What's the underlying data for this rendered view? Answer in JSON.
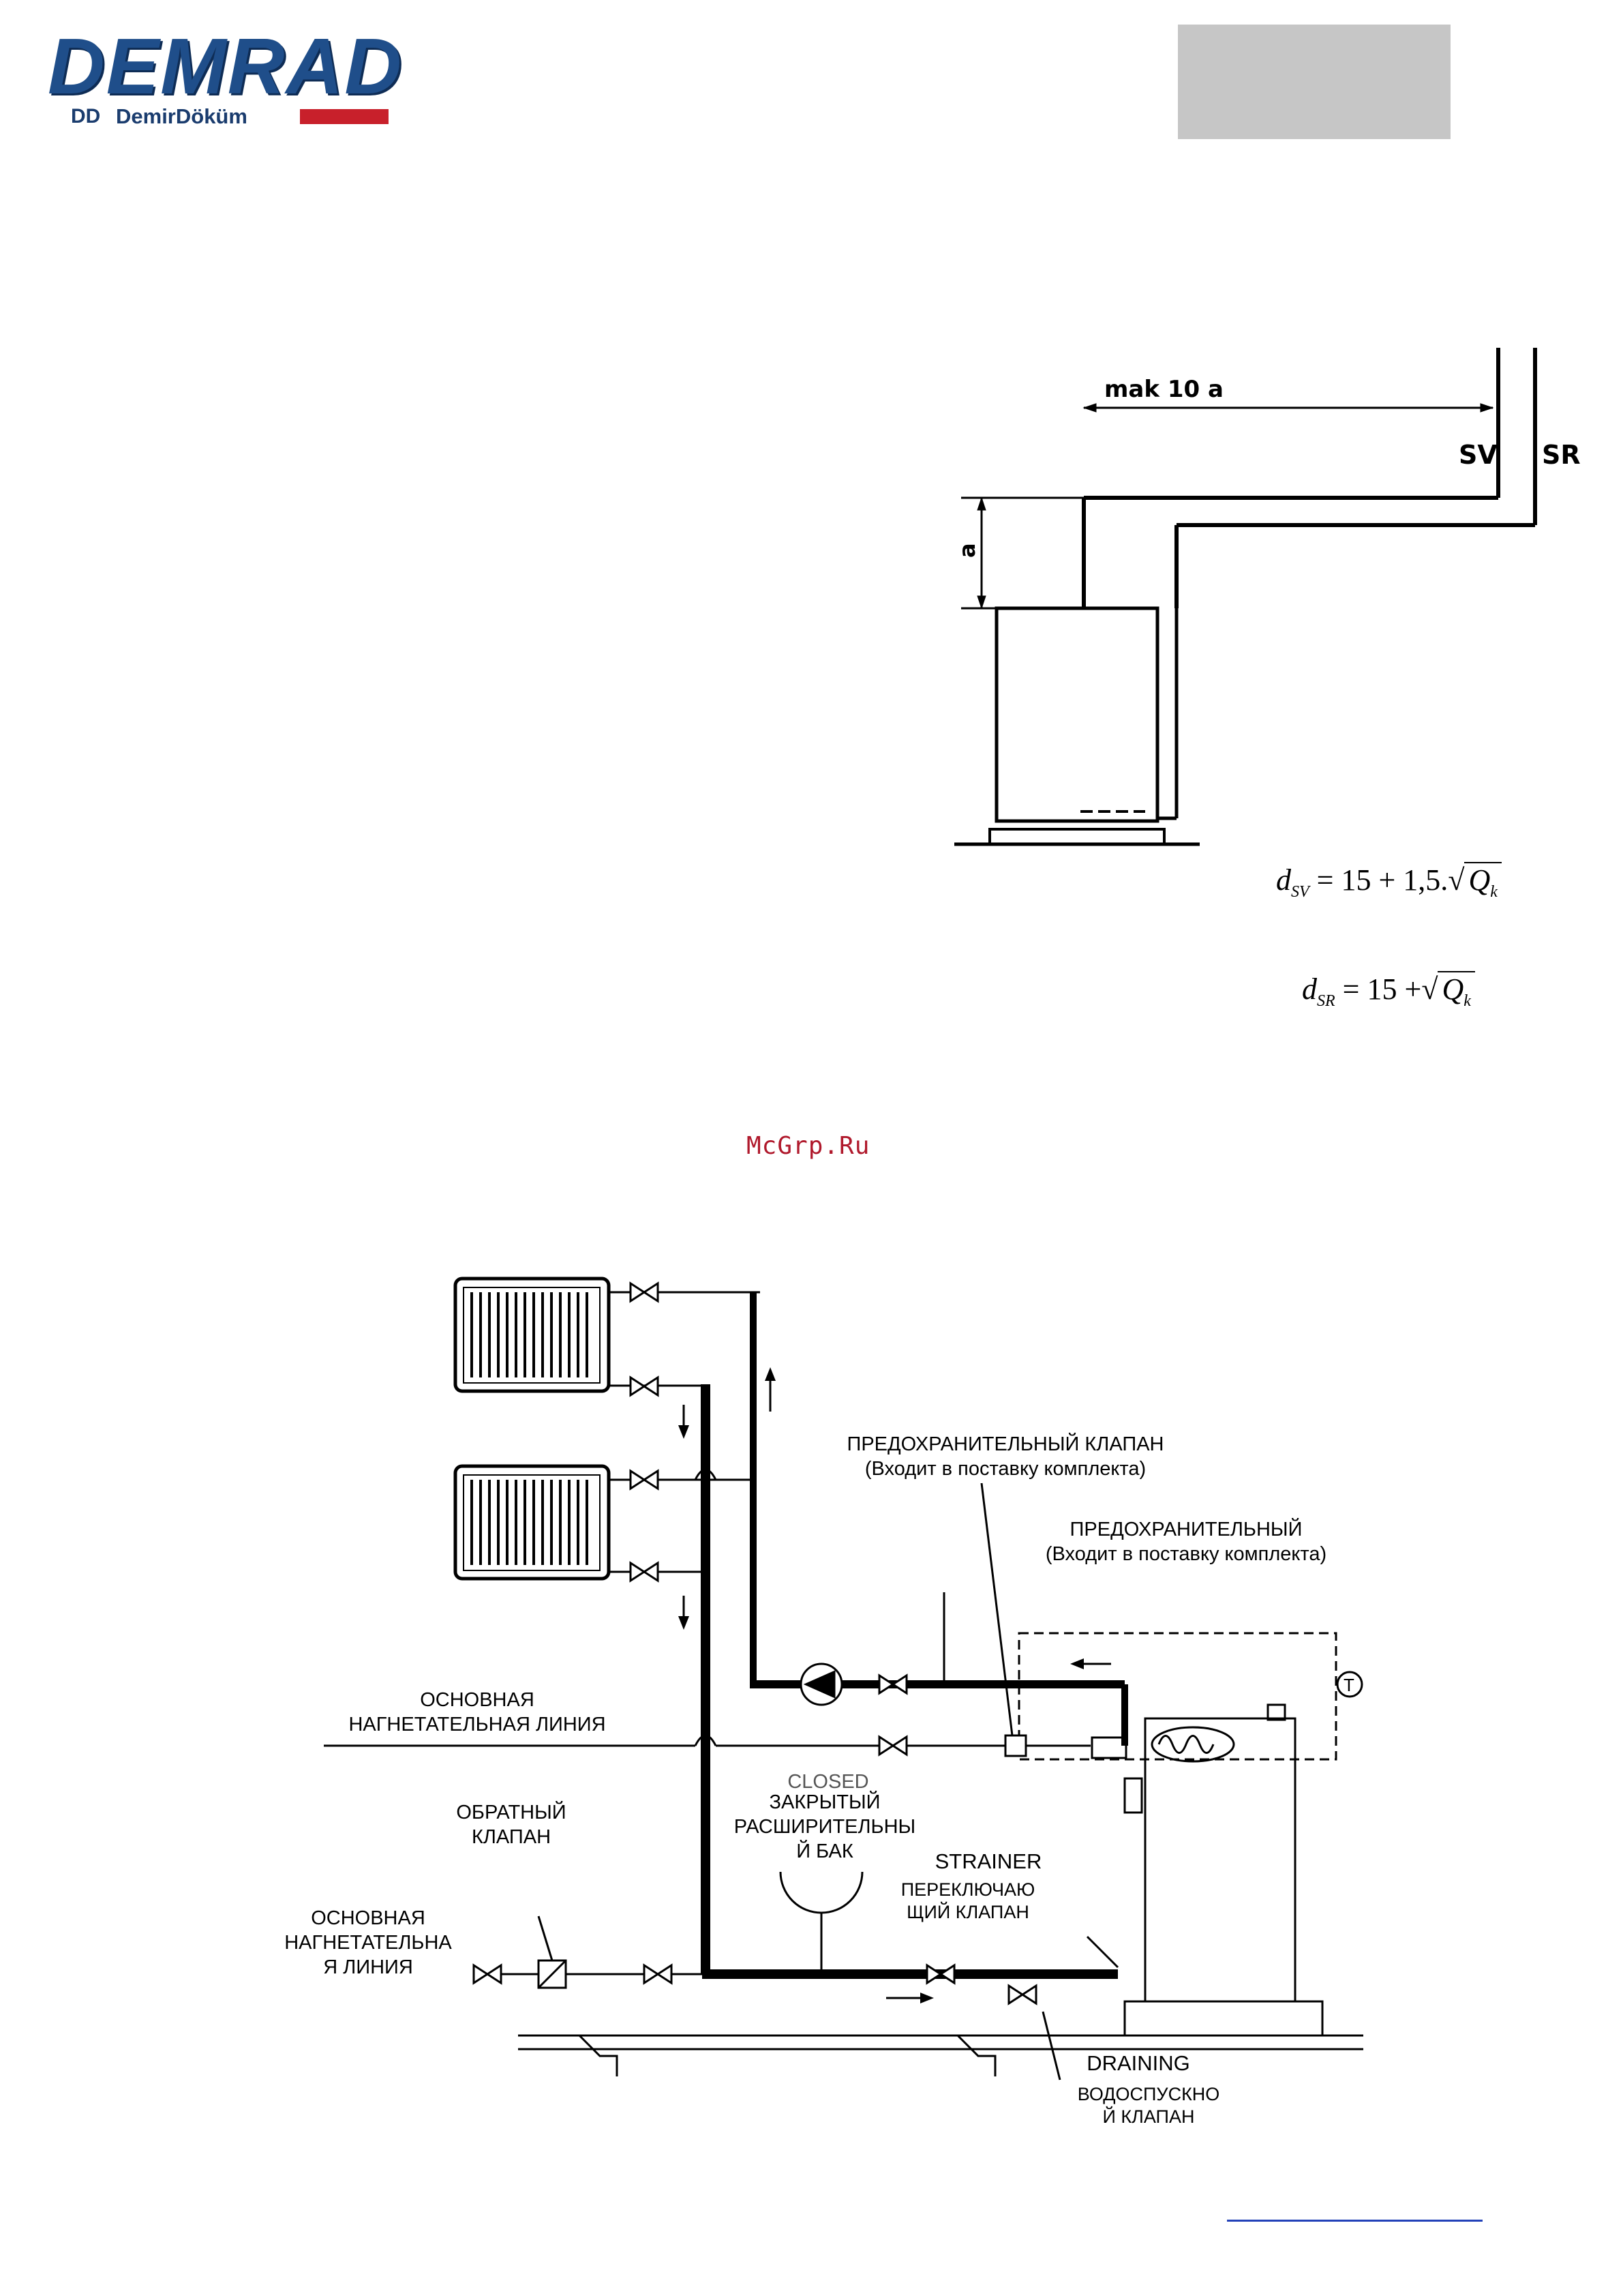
{
  "logo": {
    "brand": "DEMRAD",
    "sub_mark": "DD",
    "sub_text": "DemirDöküm"
  },
  "watermark": "McGrp.Ru",
  "chimney_diagram": {
    "dim_top": "mak 10 a",
    "dim_side": "a",
    "label_sv": "SV",
    "label_sr": "SR"
  },
  "formulas": {
    "sv": {
      "d": "d",
      "sub": "SV",
      "rhs": "= 15 + 1,5.",
      "q": "Q",
      "q_sub": "k"
    },
    "sr": {
      "d": "d",
      "sub": "SR",
      "rhs": "= 15 +",
      "q": "Q",
      "q_sub": "k"
    }
  },
  "scheme_labels": {
    "safety_valve_1": "ПРЕДОХРАНИТЕЛЬНЫЙ КЛАПАН",
    "safety_valve_1_sub": "(Входит в поставку комплекта)",
    "safety_valve_2": "ПРЕДОХРАНИТЕЛЬНЫЙ",
    "safety_valve_2_sub": "(Входит в поставку комплекта)",
    "main_supply_line_1": "ОСНОВНАЯ",
    "main_supply_line_2": "НАГНЕТАТЕЛЬНАЯ ЛИНИЯ",
    "closed_en": "CLOSED",
    "expansion_tank_1": "ЗАКРЫТЫЙ",
    "expansion_tank_2": "РАСШИРИТЕЛЬНЫ",
    "expansion_tank_3": "Й БАК",
    "check_valve_1": "ОБРАТНЫЙ",
    "check_valve_2": "КЛАПАН",
    "strainer": "STRAINER",
    "switch_valve_1": "ПЕРЕКЛЮЧАЮ",
    "switch_valve_2": "ЩИЙ КЛАПАН",
    "main_line_b1": "ОСНОВНАЯ",
    "main_line_b2": "НАГНЕТАТЕЛЬНА",
    "main_line_b3": "Я ЛИНИЯ",
    "draining": "DRAINING",
    "drain_valve_1": "ВОДОСПУСКНО",
    "drain_valve_2": "Й КЛАПАН",
    "thermostat": "T"
  }
}
